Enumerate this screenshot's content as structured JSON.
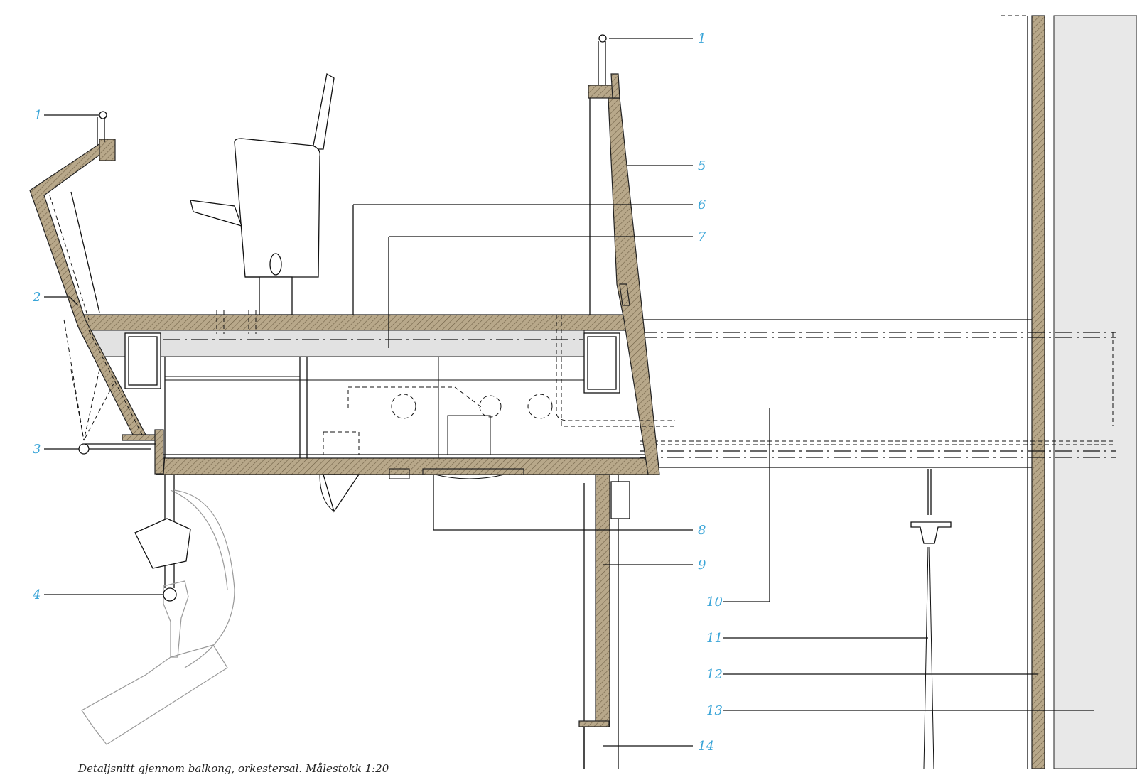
{
  "caption": "Detaljsnitt gjennom balkong, orkestersal. Målestokk 1:20",
  "callouts": [
    {
      "id": "c1a",
      "text": "1"
    },
    {
      "id": "c1b",
      "text": "1"
    },
    {
      "id": "c2",
      "text": "2"
    },
    {
      "id": "c3",
      "text": "3"
    },
    {
      "id": "c4",
      "text": "4"
    },
    {
      "id": "c5",
      "text": "5"
    },
    {
      "id": "c6",
      "text": "6"
    },
    {
      "id": "c7",
      "text": "7"
    },
    {
      "id": "c8",
      "text": "8"
    },
    {
      "id": "c9",
      "text": "9"
    },
    {
      "id": "c10",
      "text": "10"
    },
    {
      "id": "c11",
      "text": "11"
    },
    {
      "id": "c12",
      "text": "12"
    },
    {
      "id": "c13",
      "text": "13"
    },
    {
      "id": "c14",
      "text": "14"
    }
  ],
  "colors": {
    "label": "#3aa5d8",
    "wood": "#b8a88a",
    "concrete": "#e2e2e2",
    "wall_fill": "#e8e8e8"
  }
}
